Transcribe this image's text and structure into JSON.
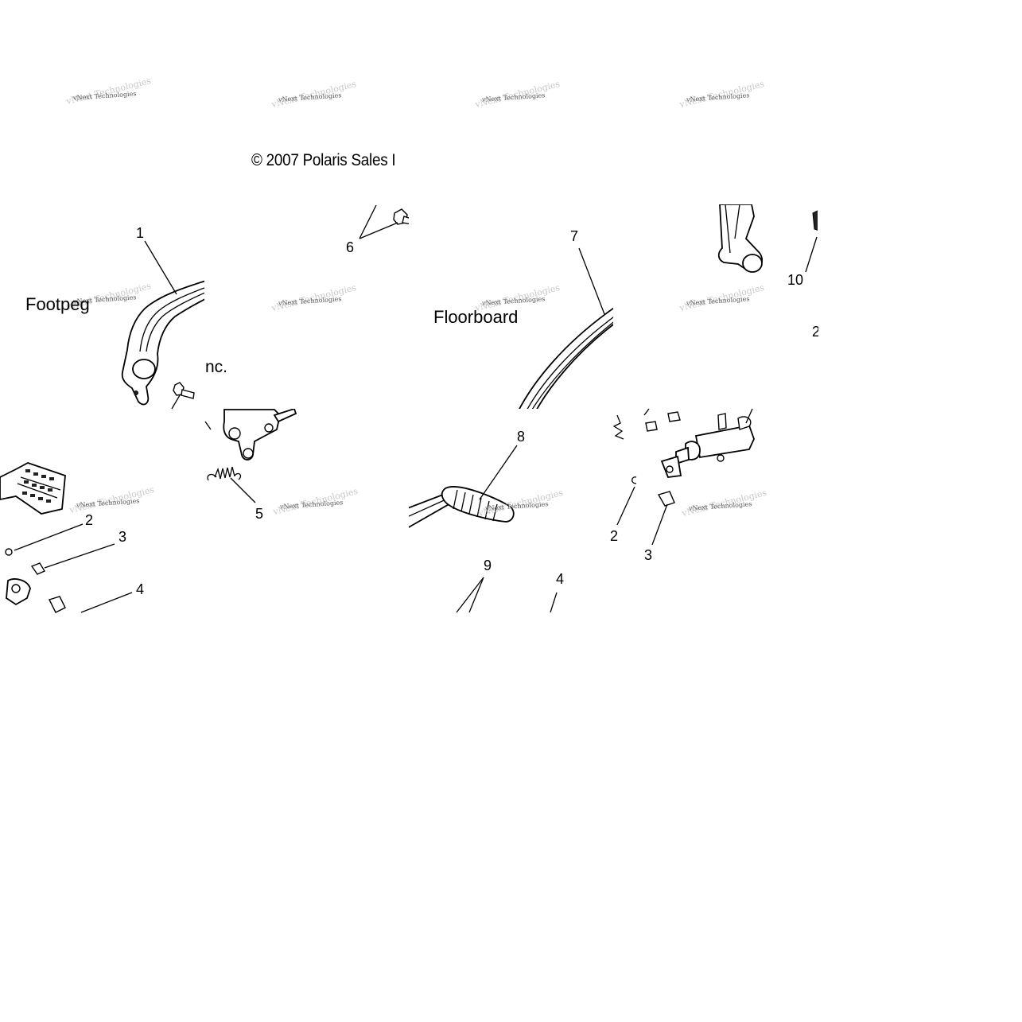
{
  "copyright": "© 2007 Polaris Sales I",
  "copyright_tail": "nc.",
  "watermark": "vNext Technologies",
  "sections": {
    "left": "Footpeg",
    "right": "Floorboard"
  },
  "callouts": {
    "c1": "1",
    "c2a": "2",
    "c3a": "3",
    "c4a": "4",
    "c5": "5",
    "c6": "6",
    "c7": "7",
    "c8": "8",
    "c9": "9",
    "c4b": "4",
    "c10": "10",
    "c2b": "2",
    "c3b": "3",
    "c2c": "2"
  }
}
